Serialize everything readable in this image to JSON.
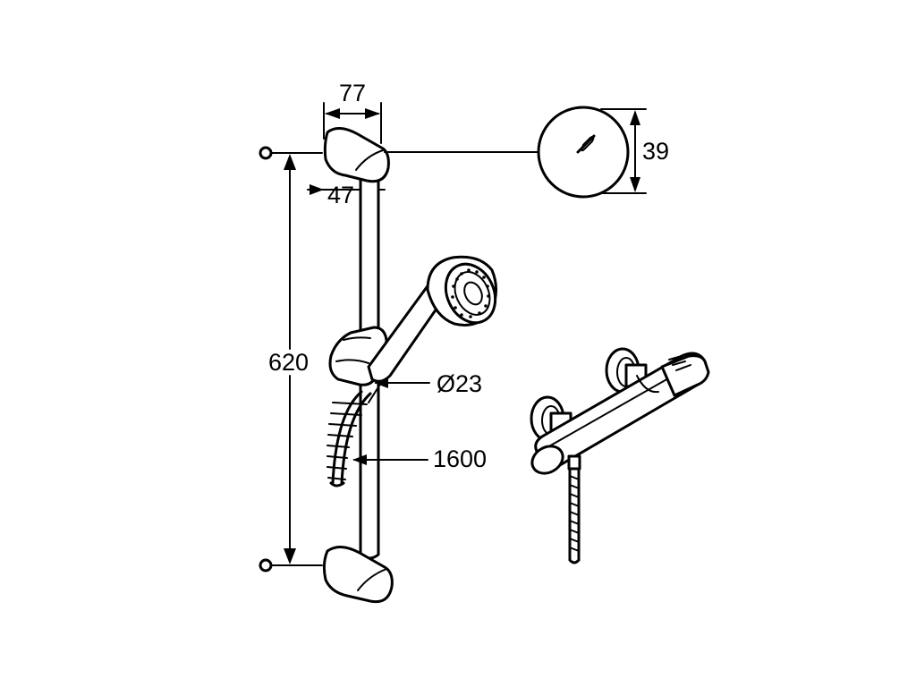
{
  "dimensions": {
    "holder_width": "77",
    "holder_depth": "47",
    "rosette_diameter": "39",
    "rail_length": "620",
    "rail_diameter": "Ø23",
    "hose_length": "1600"
  },
  "colors": {
    "ink": "#000000",
    "paper": "#ffffff"
  }
}
